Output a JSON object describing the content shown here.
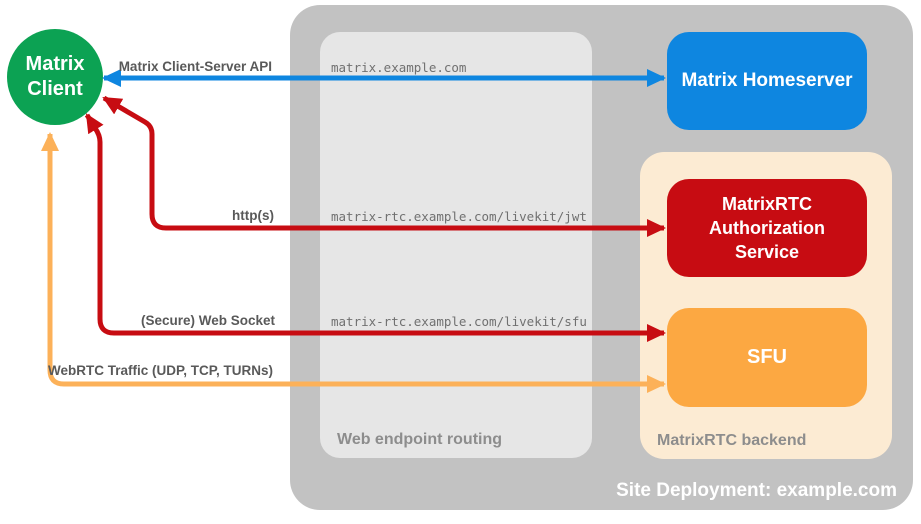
{
  "client": {
    "label": "Matrix Client",
    "color": "#0ca253"
  },
  "homeserver": {
    "label": "Matrix Homeserver",
    "color": "#0e86e0"
  },
  "auth_service": {
    "label": "MatrixRTC Authorization Service",
    "color": "#c70c12"
  },
  "sfu": {
    "label": "SFU",
    "color": "#fca842"
  },
  "containers": {
    "site_deployment": {
      "label": "Site Deployment: example.com",
      "color": "#c2c2c2"
    },
    "web_endpoint_routing": {
      "label": "Web endpoint routing",
      "color": "#e6e6e6"
    },
    "matrixrtc_backend": {
      "label": "MatrixRTC backend",
      "color": "#fcebd3"
    }
  },
  "endpoints": {
    "homeserver": "matrix.example.com",
    "jwt": "matrix-rtc.example.com/livekit/jwt",
    "sfu": "matrix-rtc.example.com/livekit/sfu"
  },
  "arrows": {
    "client_server_api": {
      "label": "Matrix Client-Server API",
      "color": "#0e86e0"
    },
    "https": {
      "label": "http(s)",
      "color": "#c70c12"
    },
    "websocket": {
      "label": "(Secure) Web Socket",
      "color": "#c70c12"
    },
    "webrtc": {
      "label": "WebRTC Traffic (UDP, TCP, TURNs)",
      "color": "#fcb159"
    }
  }
}
